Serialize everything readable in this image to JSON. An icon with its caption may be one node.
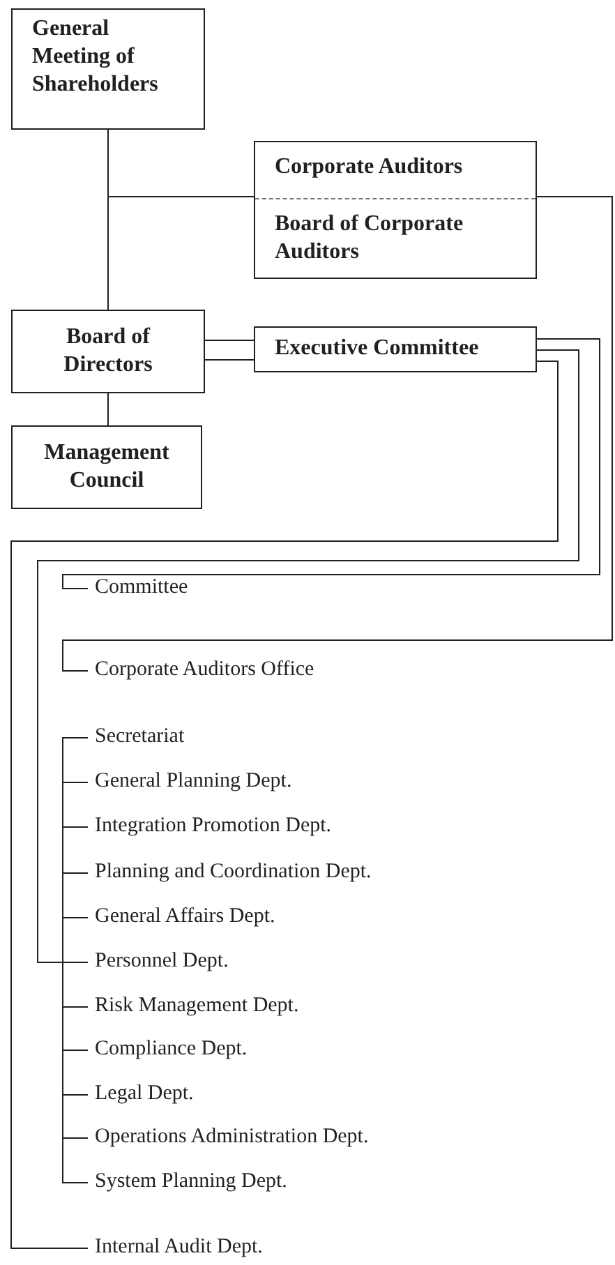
{
  "diagram": {
    "nodes": [
      {
        "text": [
          "General Meeting of Shareholders"
        ]
      },
      {
        "text": [
          "Corporate Auditors",
          "Board of Corporate Auditors"
        ]
      },
      {
        "text": [
          "Board of Directors"
        ]
      },
      {
        "text": [
          "Executive Committee"
        ]
      },
      {
        "text": [
          "Management Council"
        ]
      },
      {
        "text": [
          "Committee"
        ]
      },
      {
        "text": [
          "Corporate Auditors Office"
        ]
      },
      {
        "text": [
          "Secretariat"
        ]
      },
      {
        "text": [
          "General Planning Dept."
        ]
      },
      {
        "text": [
          "Integration Promotion Dept."
        ]
      },
      {
        "text": [
          "Planning and Coordination Dept."
        ]
      },
      {
        "text": [
          "General Affairs Dept."
        ]
      },
      {
        "text": [
          "Personnel Dept."
        ]
      },
      {
        "text": [
          "Risk Management Dept."
        ]
      },
      {
        "text": [
          "Compliance Dept."
        ]
      },
      {
        "text": [
          "Legal Dept."
        ]
      },
      {
        "text": [
          "Operations Administration Dept."
        ]
      },
      {
        "text": [
          "System Planning Dept."
        ]
      },
      {
        "text": [
          "Internal Audit Dept."
        ]
      }
    ],
    "edges": [
      {
        "from": 0,
        "to": 2,
        "arrow": "none"
      },
      {
        "from": 0,
        "to": 1,
        "arrow": "none"
      },
      {
        "from": 1,
        "to": 6,
        "arrow": "none"
      },
      {
        "from": 2,
        "to": 3,
        "arrow": "none"
      },
      {
        "from": 2,
        "to": 4,
        "arrow": "none"
      },
      {
        "from": 3,
        "to": 5,
        "arrow": "none"
      },
      {
        "from": 3,
        "to": 7,
        "arrow": "none"
      },
      {
        "from": 3,
        "to": 8,
        "arrow": "none"
      },
      {
        "from": 3,
        "to": 9,
        "arrow": "none"
      },
      {
        "from": 3,
        "to": 10,
        "arrow": "none"
      },
      {
        "from": 3,
        "to": 11,
        "arrow": "none"
      },
      {
        "from": 3,
        "to": 12,
        "arrow": "none"
      },
      {
        "from": 3,
        "to": 13,
        "arrow": "none"
      },
      {
        "from": 3,
        "to": 14,
        "arrow": "none"
      },
      {
        "from": 3,
        "to": 15,
        "arrow": "none"
      },
      {
        "from": 3,
        "to": 16,
        "arrow": "none"
      },
      {
        "from": 3,
        "to": 17,
        "arrow": "none"
      },
      {
        "from": 3,
        "to": 18,
        "arrow": "none"
      }
    ]
  }
}
